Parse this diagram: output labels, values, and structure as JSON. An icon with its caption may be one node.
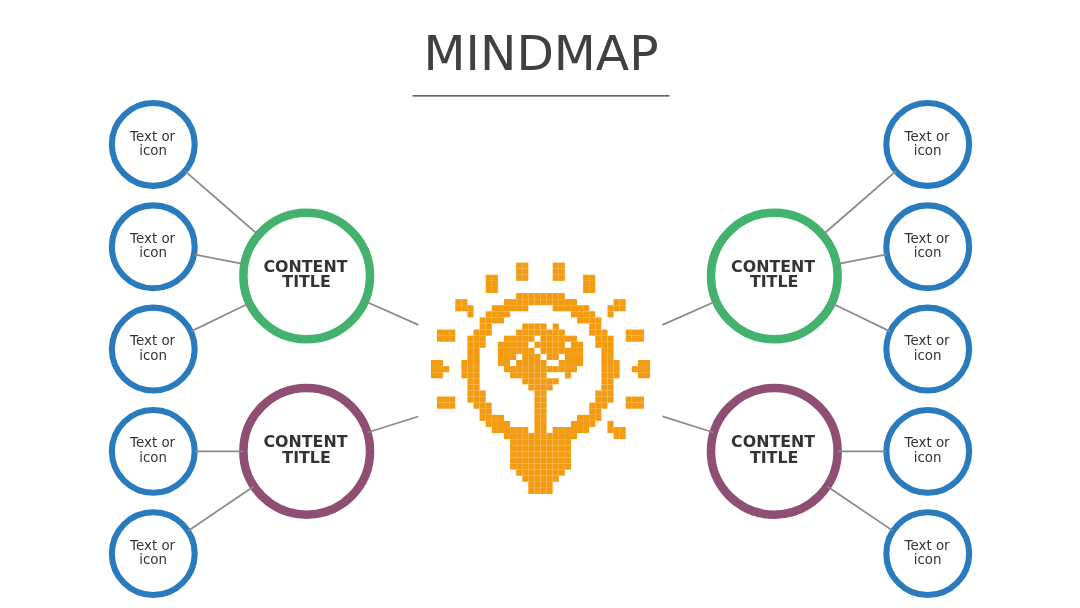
{
  "diagram": {
    "title": "MINDMAP",
    "nodes": [
      {
        "text": [],
        "shape": "picture"
      },
      {
        "text": [
          "CONTENT TITLE"
        ]
      },
      {
        "text": [
          "Text or icon"
        ]
      },
      {
        "text": [
          "Text or icon"
        ]
      },
      {
        "text": [
          "Text or icon"
        ]
      },
      {
        "text": [
          "CONTENT TITLE"
        ]
      },
      {
        "text": [
          "Text or icon"
        ]
      },
      {
        "text": [
          "Text or icon"
        ]
      },
      {
        "text": [
          "CONTENT TITLE"
        ]
      },
      {
        "text": [
          "Text or icon"
        ]
      },
      {
        "text": [
          "Text or icon"
        ]
      },
      {
        "text": [
          "Text or icon"
        ]
      },
      {
        "text": [
          "CONTENT TITLE"
        ]
      },
      {
        "text": [
          "Text or icon"
        ]
      },
      {
        "text": [
          "Text or icon"
        ]
      }
    ],
    "edges": [
      {
        "from": 2,
        "to": 1,
        "arrow": "none"
      },
      {
        "from": 3,
        "to": 1,
        "arrow": "none"
      },
      {
        "from": 4,
        "to": 1,
        "arrow": "none"
      },
      {
        "from": 1,
        "to": 0,
        "arrow": "none"
      },
      {
        "from": 6,
        "to": 5,
        "arrow": "none"
      },
      {
        "from": 7,
        "to": 5,
        "arrow": "none"
      },
      {
        "from": 5,
        "to": 0,
        "arrow": "none"
      },
      {
        "from": 0,
        "to": 8,
        "arrow": "none"
      },
      {
        "from": 8,
        "to": 9,
        "arrow": "none"
      },
      {
        "from": 8,
        "to": 10,
        "arrow": "none"
      },
      {
        "from": 8,
        "to": 11,
        "arrow": "none"
      },
      {
        "from": 0,
        "to": 12,
        "arrow": "none"
      },
      {
        "from": 12,
        "to": 13,
        "arrow": "none"
      },
      {
        "from": 12,
        "to": 14,
        "arrow": "none"
      }
    ]
  }
}
